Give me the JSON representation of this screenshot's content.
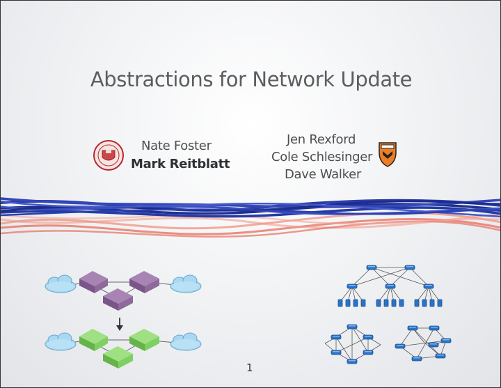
{
  "slide": {
    "title": "Abstractions for Network Update",
    "page_number": "1",
    "authors_left": [
      "Nate Foster",
      "Mark Reitblatt"
    ],
    "authors_right": [
      "Jen Rexford",
      "Cole Schlesinger",
      "Dave Walker"
    ]
  },
  "colors": {
    "background": "#eef0f2",
    "title": "#5b5d60",
    "wire_blue": "#2a3da8",
    "wire_red": "#e8614e",
    "switch_purple": "#8e6a9a",
    "switch_green": "#7fcf62",
    "cloud": "#a9d8f2",
    "node_blue": "#2a73c7"
  },
  "icons": [
    "cornell-seal-icon",
    "princeton-shield-icon",
    "down-arrow-icon"
  ]
}
